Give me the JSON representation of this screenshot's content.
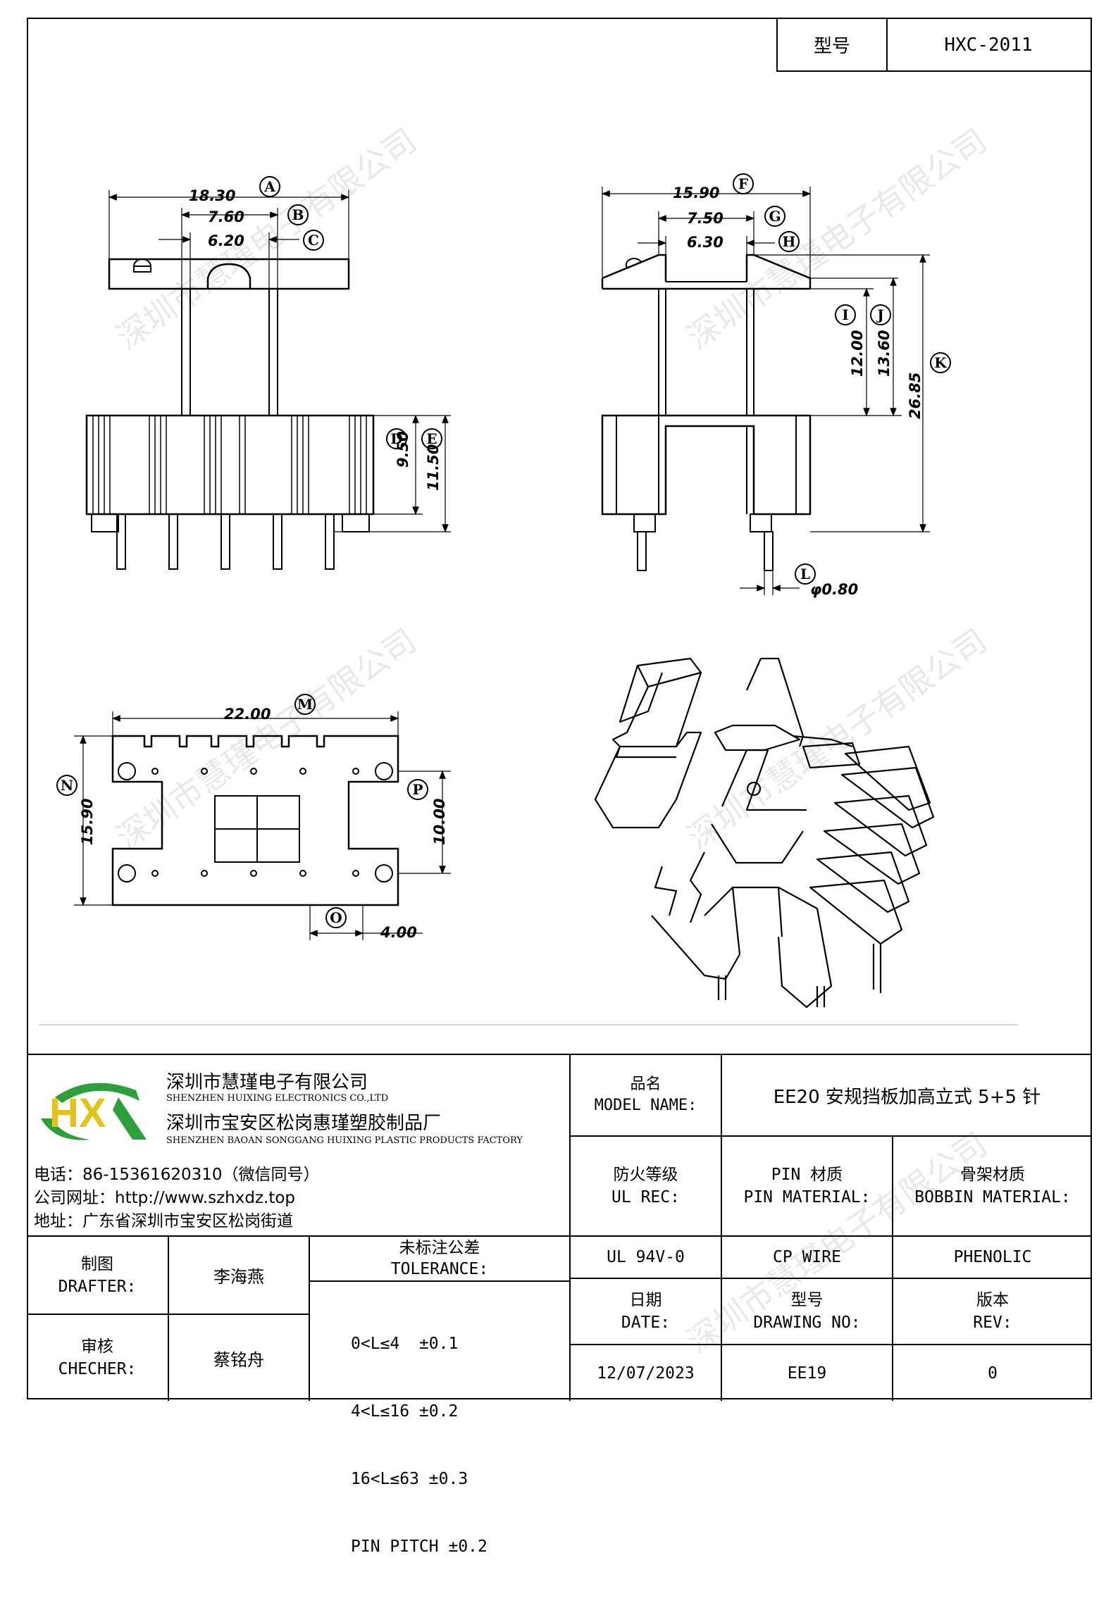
{
  "header": {
    "model_label": "型号",
    "model_value": "HXC-2011"
  },
  "watermark": "深圳市慧瑾电子有限公司",
  "dimensions": {
    "A": "18.30",
    "B": "7.60",
    "C": "6.20",
    "D": "9.50",
    "E": "11.50",
    "F": "15.90",
    "G": "7.50",
    "H": "6.30",
    "I": "12.00",
    "J": "13.60",
    "K": "26.85",
    "L": "φ0.80",
    "M": "22.00",
    "N": "15.90",
    "P": "10.00",
    "O": "4.00"
  },
  "company": {
    "name_cn": "深圳市慧瑾电子有限公司",
    "name_en": "SHENZHEN HUIXING ELECTRONICS CO.,LTD",
    "factory_cn": "深圳市宝安区松岗惠瑾塑胶制品厂",
    "factory_en": "SHENZHEN BAOAN SONGGANG HUIXING PLASTIC PRODUCTS FACTORY",
    "phone": "电话：86-15361620310（微信同号）",
    "website": "公司网址：http://www.szhxdz.top",
    "address": "地址：广东省深圳市宝安区松岗街道",
    "logo_text": "HX",
    "logo_colors": {
      "green": "#2e9e3a",
      "yellow": "#e3c21a"
    }
  },
  "title_block": {
    "model_name_cn": "品名",
    "model_name_en": "MODEL NAME:",
    "model_name_value": "EE20 安规挡板加高立式 5+5 针",
    "ul_rec_cn": "防火等级",
    "ul_rec_en": "UL REC:",
    "ul_rec_value": "UL 94V-0",
    "pin_material_cn": "PIN 材质",
    "pin_material_en": "PIN MATERIAL:",
    "pin_material_value": "CP WIRE",
    "bobbin_material_cn": "骨架材质",
    "bobbin_material_en": "BOBBIN MATERIAL:",
    "bobbin_material_value": "PHENOLIC",
    "drafter_cn": "制图",
    "drafter_en": "DRAFTER:",
    "drafter_value": "李海燕",
    "checker_cn": "审核",
    "checker_en": "CHECHER:",
    "checker_value": "蔡铭舟",
    "tolerance_cn": "未标注公差",
    "tolerance_en": "TOLERANCE:",
    "tolerance_lines": [
      "0<L≤4  ±0.1",
      "4<L≤16 ±0.2",
      "16<L≤63 ±0.3",
      "PIN PITCH ±0.2"
    ],
    "date_cn": "日期",
    "date_en": "DATE:",
    "date_value": "12/07/2023",
    "drawing_no_cn": "型号",
    "drawing_no_en": "DRAWING NO:",
    "drawing_no_value": "EE19",
    "rev_cn": "版本",
    "rev_en": "REV:",
    "rev_value": "0"
  }
}
